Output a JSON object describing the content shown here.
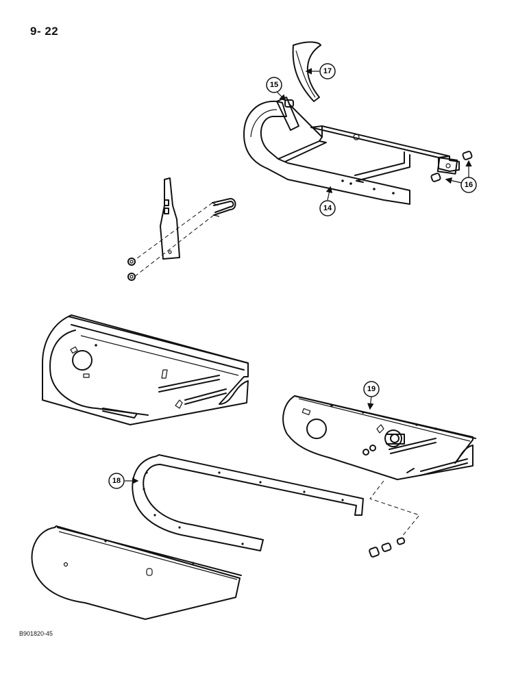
{
  "page_number": "9- 22",
  "document_code": "B901820-45",
  "callouts": [
    {
      "id": "14",
      "label": "14"
    },
    {
      "id": "15",
      "label": "15"
    },
    {
      "id": "16",
      "label": "16"
    },
    {
      "id": "17",
      "label": "17"
    },
    {
      "id": "18",
      "label": "18"
    },
    {
      "id": "19",
      "label": "19"
    }
  ]
}
